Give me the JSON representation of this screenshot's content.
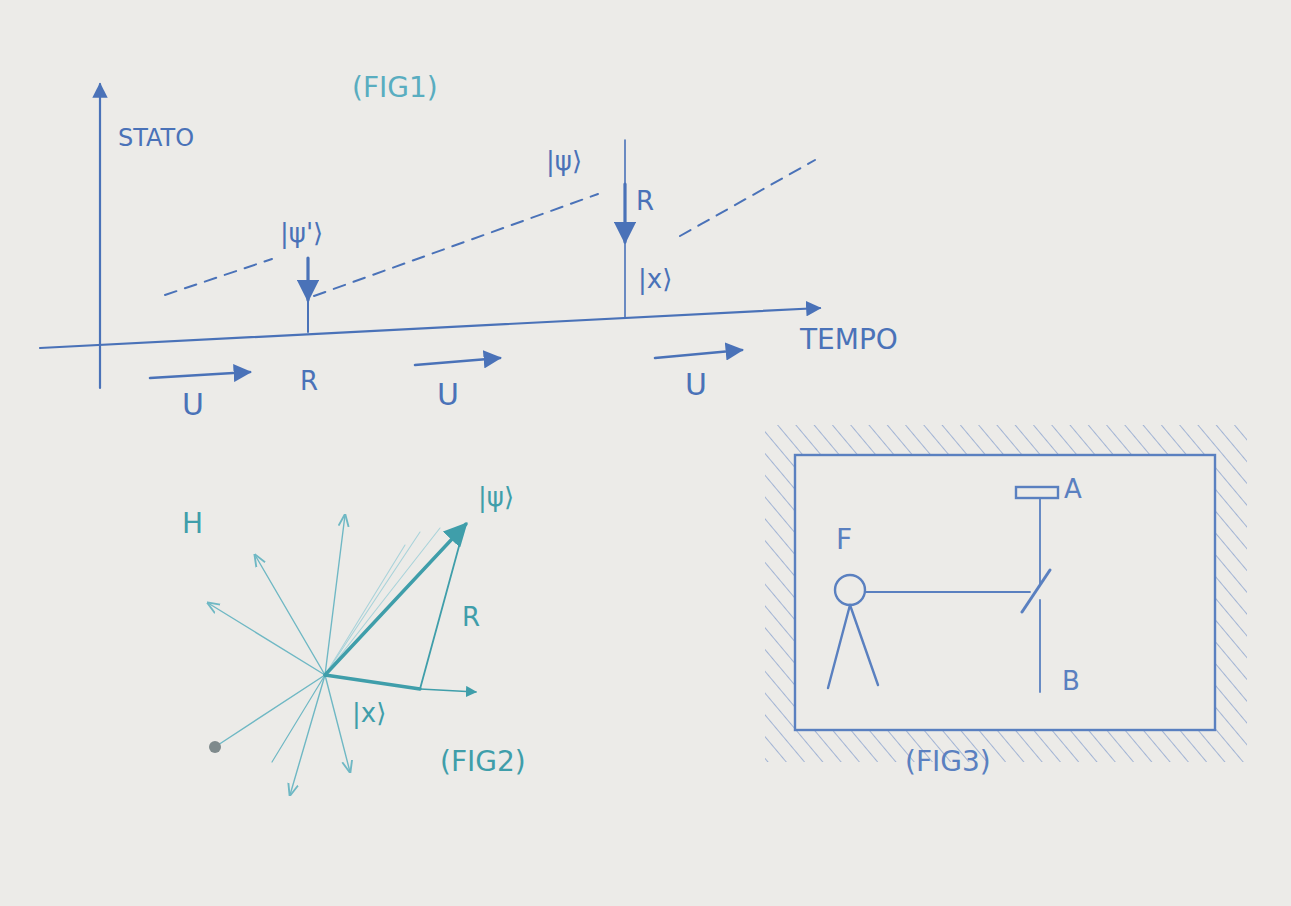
{
  "diagram": {
    "labels": [
      "(FIG1)",
      "STATO",
      "|ψ'⟩",
      "|ψ⟩",
      "R",
      "|x⟩",
      "TEMPO",
      "U",
      "R",
      "U",
      "U",
      "H",
      "|ψ⟩",
      "R",
      "|x⟩",
      "(FIG2)",
      "F",
      "A",
      "B",
      "(FIG3)"
    ]
  }
}
